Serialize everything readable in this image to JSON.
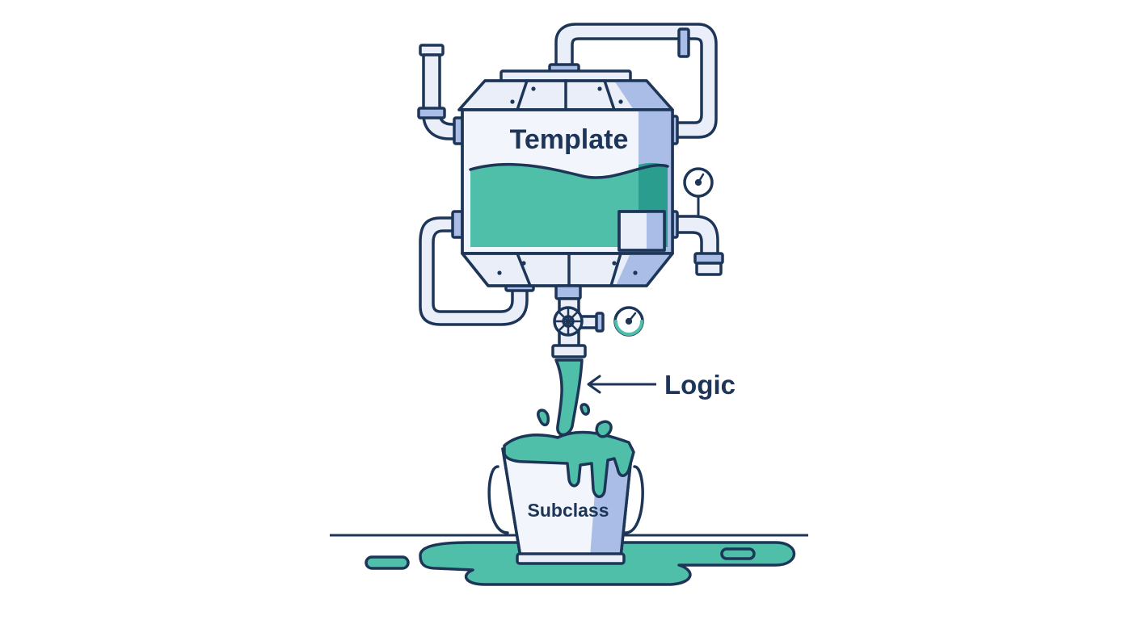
{
  "labels": {
    "tank": "Template",
    "flow": "Logic",
    "bucket": "Subclass"
  },
  "icons": {
    "tank": "storage-tank-icon",
    "valve": "valve-wheel-icon",
    "gauge": "pressure-gauge-icon",
    "bucket": "bucket-icon",
    "arrow": "arrow-left-icon"
  },
  "colors": {
    "outline": "#1d3557",
    "metal": "#e9eef8",
    "metal_shade": "#a9bde6",
    "liquid": "#4fbfaa",
    "liquid_dark": "#2a9d8f"
  }
}
